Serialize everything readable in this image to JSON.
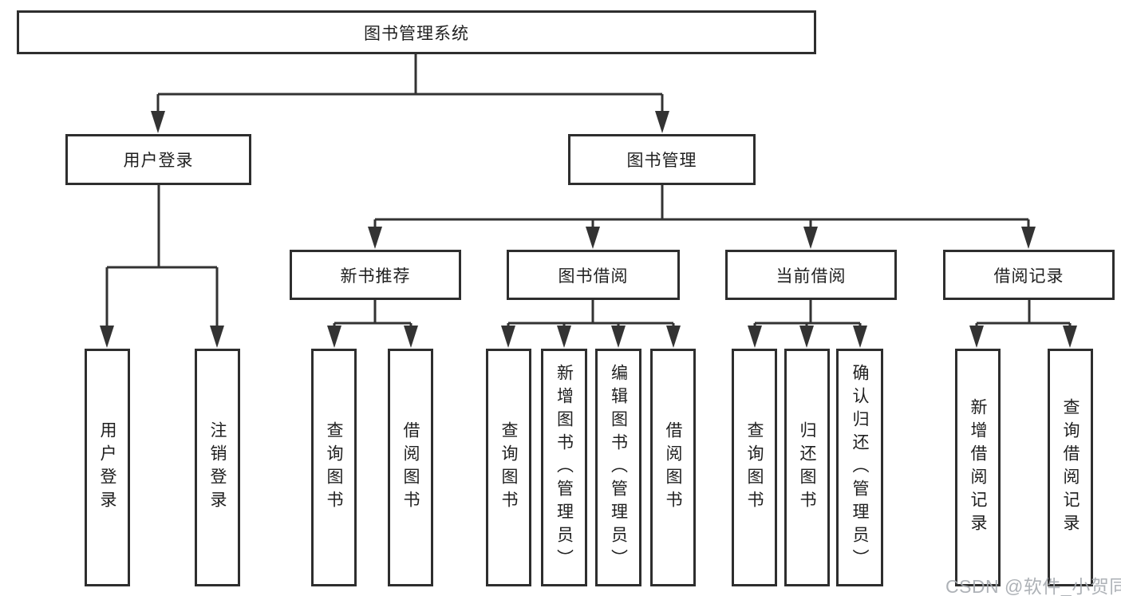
{
  "diagram": {
    "root": {
      "label": "图书管理系统"
    },
    "level2": [
      {
        "label": "用户登录"
      },
      {
        "label": "图书管理"
      }
    ],
    "level3": [
      {
        "label": "新书推荐"
      },
      {
        "label": "图书借阅"
      },
      {
        "label": "当前借阅"
      },
      {
        "label": "借阅记录"
      }
    ],
    "leaves": [
      {
        "label": "用户登录",
        "parent": "用户登录"
      },
      {
        "label": "注销登录",
        "parent": "用户登录"
      },
      {
        "label": "查询图书",
        "parent": "新书推荐"
      },
      {
        "label": "借阅图书",
        "parent": "新书推荐"
      },
      {
        "label": "查询图书",
        "parent": "图书借阅"
      },
      {
        "label": "新增图书（管理员）",
        "parent": "图书借阅"
      },
      {
        "label": "编辑图书（管理员）",
        "parent": "图书借阅"
      },
      {
        "label": "借阅图书",
        "parent": "图书借阅"
      },
      {
        "label": "查询图书",
        "parent": "当前借阅"
      },
      {
        "label": "归还图书",
        "parent": "当前借阅"
      },
      {
        "label": "确认归还（管理员）",
        "parent": "当前借阅"
      },
      {
        "label": "新增借阅记录",
        "parent": "借阅记录"
      },
      {
        "label": "查询借阅记录",
        "parent": "借阅记录"
      }
    ]
  },
  "watermark": "CSDN @软件_小贺同学",
  "colors": {
    "line": "#333333",
    "border": "#2e2e2e",
    "text": "#1f1f1f",
    "watermark": "#a5aaaf",
    "background": "#ffffff"
  }
}
